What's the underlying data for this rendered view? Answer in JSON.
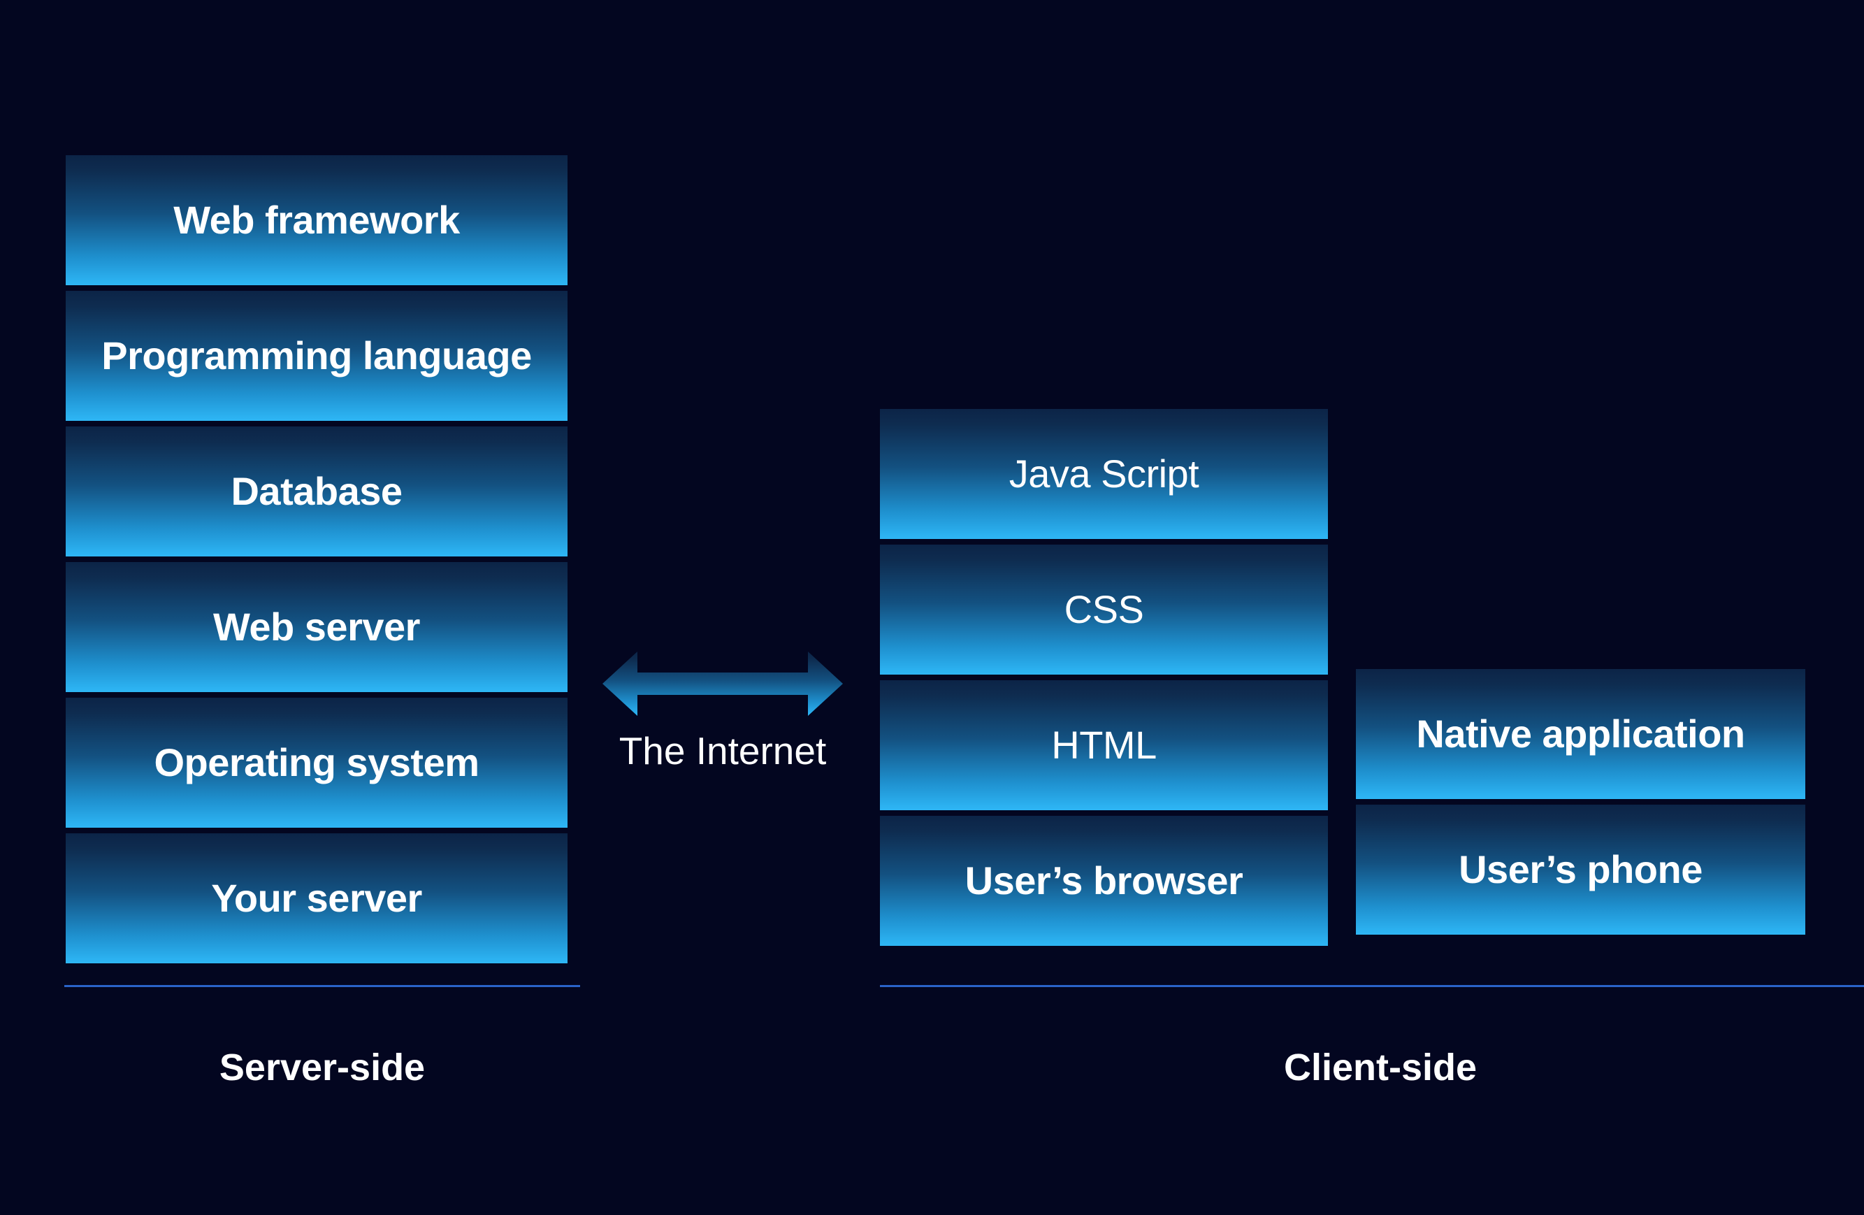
{
  "background_color": "#030620",
  "box_gradient": {
    "top": "#0e2c50",
    "bottom": "#2eb6f5"
  },
  "accent_rule_color": "#2a63c8",
  "text_color": "#ffffff",
  "server_side": {
    "caption": "Server-side",
    "boxes": [
      {
        "label": "Web framework",
        "weight": "bold"
      },
      {
        "label": "Programming language",
        "weight": "bold"
      },
      {
        "label": "Database",
        "weight": "bold"
      },
      {
        "label": "Web server",
        "weight": "bold"
      },
      {
        "label": "Operating system",
        "weight": "bold"
      },
      {
        "label": "Your server",
        "weight": "bold"
      }
    ]
  },
  "client_side": {
    "caption": "Client-side",
    "browser_boxes": [
      {
        "label": "Java Script",
        "weight": "regular"
      },
      {
        "label": "CSS",
        "weight": "regular"
      },
      {
        "label": "HTML",
        "weight": "regular"
      },
      {
        "label": "User’s browser",
        "weight": "bold"
      }
    ],
    "native_boxes": [
      {
        "label": "Native application",
        "weight": "bold"
      },
      {
        "label": "User’s phone",
        "weight": "bold"
      }
    ]
  },
  "internet": {
    "label": "The Internet",
    "arrow_icon": "double-headed-horizontal-arrow"
  }
}
